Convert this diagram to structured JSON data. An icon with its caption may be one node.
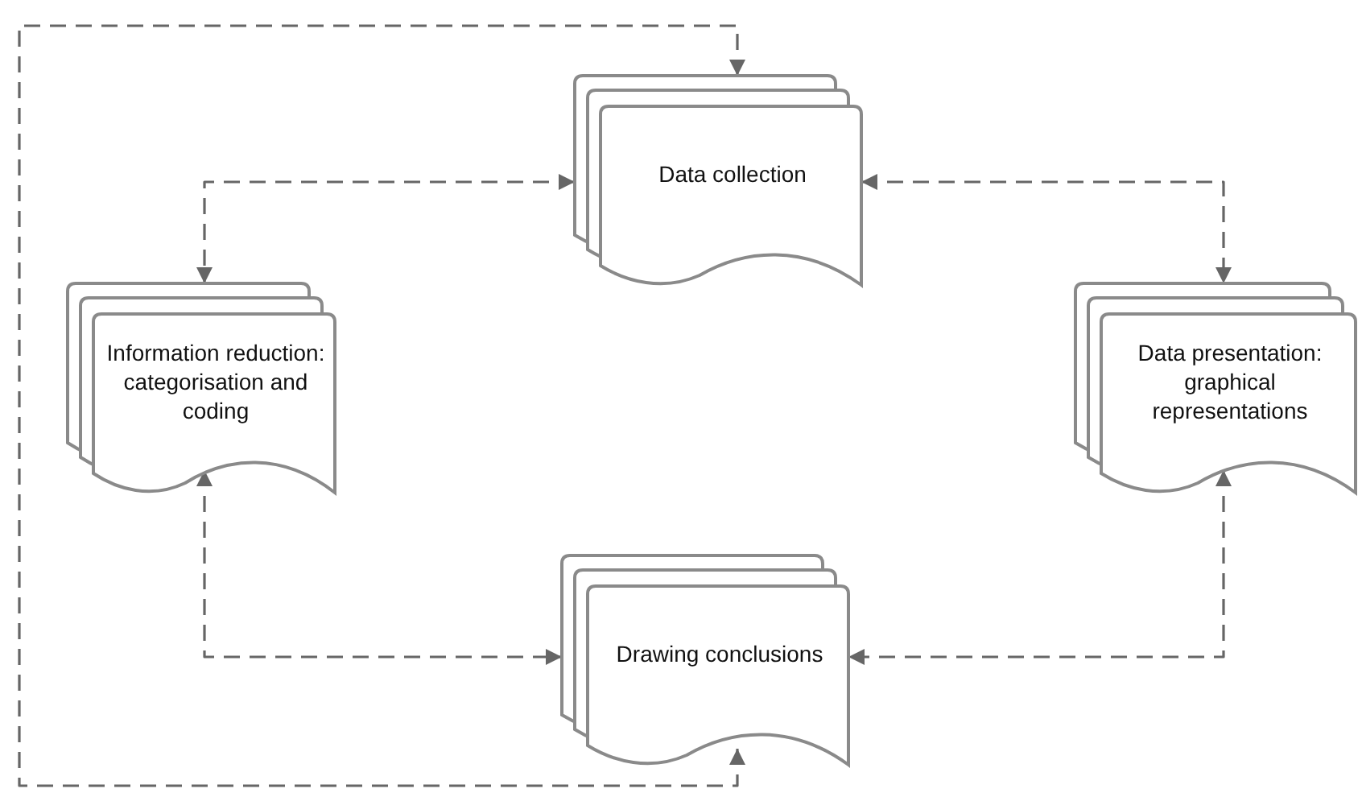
{
  "diagram": {
    "nodes": [
      {
        "text": [
          "Data collection"
        ]
      },
      {
        "text": [
          "Information reduction: categorisation and coding"
        ]
      },
      {
        "text": [
          "Data presentation: graphical representations"
        ]
      },
      {
        "text": [
          "Drawing conclusions"
        ]
      }
    ],
    "edges": [
      {
        "from": 0,
        "to": 1,
        "arrow": "both",
        "style": "dashed"
      },
      {
        "from": 0,
        "to": 2,
        "arrow": "both",
        "style": "dashed"
      },
      {
        "from": 1,
        "to": 3,
        "arrow": "both",
        "style": "dashed"
      },
      {
        "from": 2,
        "to": 3,
        "arrow": "both",
        "style": "dashed"
      },
      {
        "from": 0,
        "to": 3,
        "arrow": "both",
        "style": "dashed"
      }
    ]
  }
}
